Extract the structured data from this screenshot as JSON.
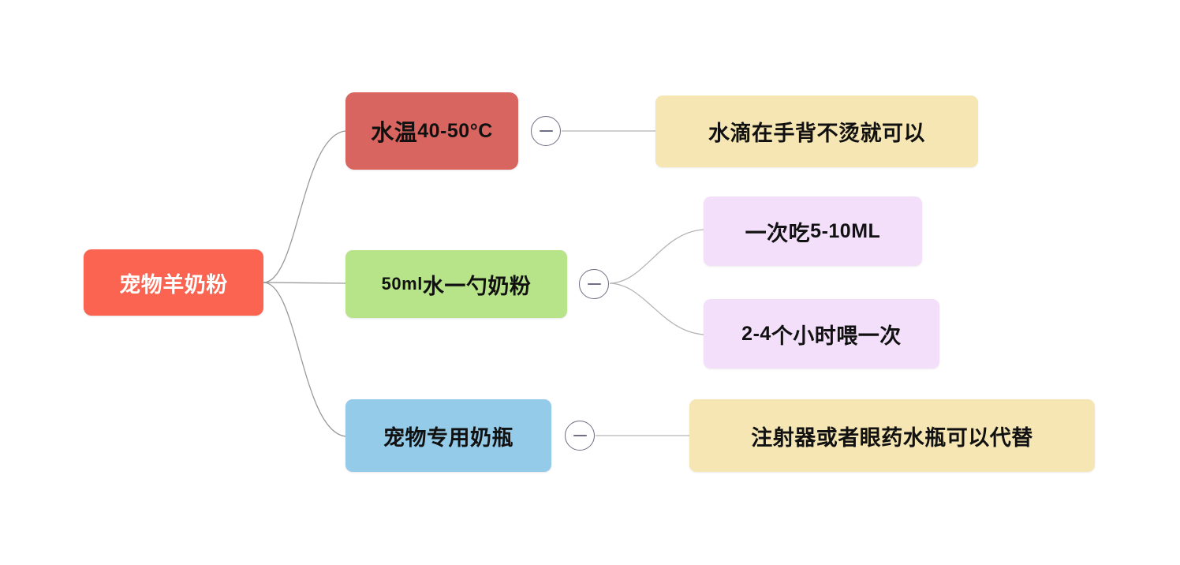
{
  "diagram": {
    "type": "mindmap",
    "orientation": "left-to-right",
    "background_color": "#ffffff",
    "edge_color": "#9a9a9a"
  },
  "root": {
    "label": "宠物羊奶粉",
    "color": "#fb6450",
    "text_color": "#ffffff"
  },
  "branches": [
    {
      "id": "b1",
      "label_main": "水温",
      "label_sub": "40-50°C",
      "color": "#d96560",
      "toggle": {
        "name": "collapse-toggle",
        "icon": "minus-icon",
        "state": "expanded"
      },
      "children": [
        {
          "id": "l1",
          "label": "水滴在手背不烫就可以",
          "color": "#f5e6b4"
        }
      ]
    },
    {
      "id": "b2",
      "label_main": "50ml",
      "label_sub": "水一勺奶粉",
      "color": "#b7e389",
      "toggle": {
        "name": "collapse-toggle",
        "icon": "minus-icon",
        "state": "expanded"
      },
      "children": [
        {
          "id": "l2",
          "label_main": "一次吃",
          "label_sub": "5-10ML",
          "color": "#f4dffb"
        },
        {
          "id": "l3",
          "label_main": "2-4",
          "label_sub": "个小时喂一次",
          "color": "#f4dffb"
        }
      ]
    },
    {
      "id": "b3",
      "label_main": "宠物专用奶瓶",
      "color": "#94cbe8",
      "toggle": {
        "name": "collapse-toggle",
        "icon": "minus-icon",
        "state": "expanded"
      },
      "children": [
        {
          "id": "l4",
          "label": "注射器或者眼药水瓶可以代替",
          "color": "#f5e6b4"
        }
      ]
    }
  ]
}
